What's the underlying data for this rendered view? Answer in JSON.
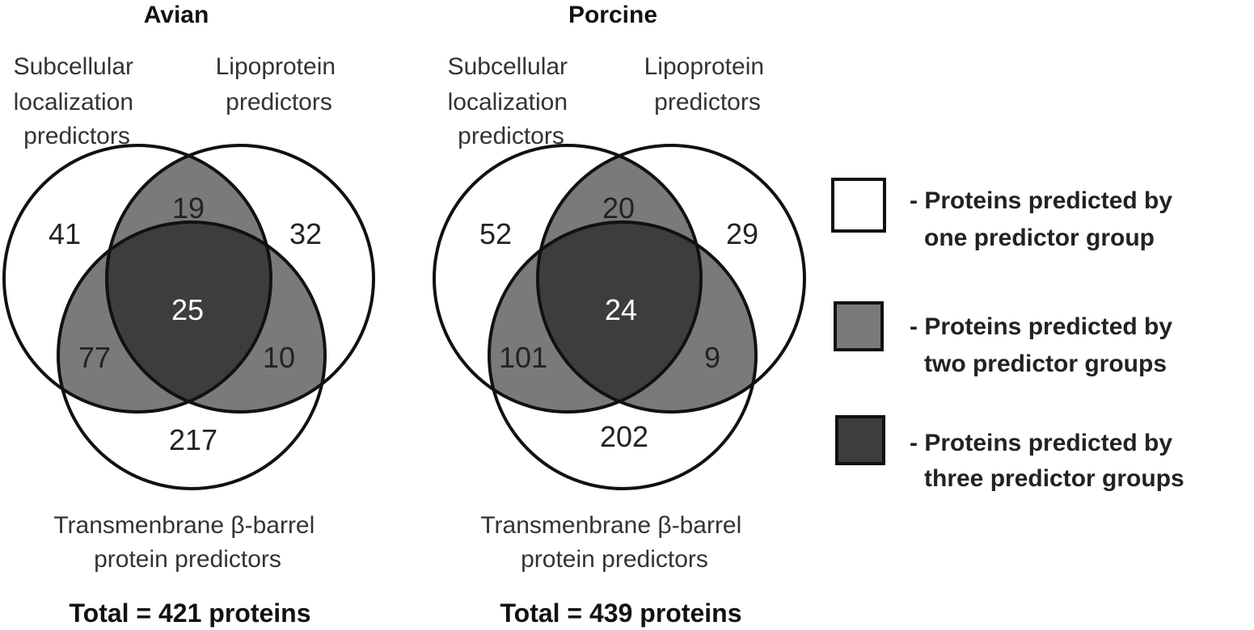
{
  "colors": {
    "one_group": "#ffffff",
    "two_groups": "#7a7a7a",
    "three_groups": "#3d3d3d",
    "outline": "#111111"
  },
  "diagrams": [
    {
      "title": "Avian",
      "labels": {
        "set_a": [
          "Subcellular",
          "localization",
          "predictors"
        ],
        "set_b": [
          "Lipoprotein",
          "predictors"
        ],
        "set_c": [
          "Transmenbrane β-barrel",
          "protein predictors"
        ]
      },
      "counts": {
        "a_only": "41",
        "b_only": "32",
        "c_only": "217",
        "ab": "19",
        "ac": "77",
        "bc": "10",
        "abc": "25"
      },
      "total": "Total = 421 proteins"
    },
    {
      "title": "Porcine",
      "labels": {
        "set_a": [
          "Subcellular",
          "localization",
          "predictors"
        ],
        "set_b": [
          "Lipoprotein",
          "predictors"
        ],
        "set_c": [
          "Transmenbrane β-barrel",
          "protein predictors"
        ]
      },
      "counts": {
        "a_only": "52",
        "b_only": "29",
        "c_only": "202",
        "ab": "20",
        "ac": "101",
        "bc": "9",
        "abc": "24"
      },
      "total": "Total = 439 proteins"
    }
  ],
  "legend": [
    {
      "lines": [
        "- Proteins predicted by",
        "one predictor group"
      ],
      "color_key": "one_group"
    },
    {
      "lines": [
        "- Proteins predicted by",
        "two predictor groups"
      ],
      "color_key": "two_groups"
    },
    {
      "lines": [
        "- Proteins predicted by",
        "three predictor groups"
      ],
      "color_key": "three_groups"
    }
  ]
}
